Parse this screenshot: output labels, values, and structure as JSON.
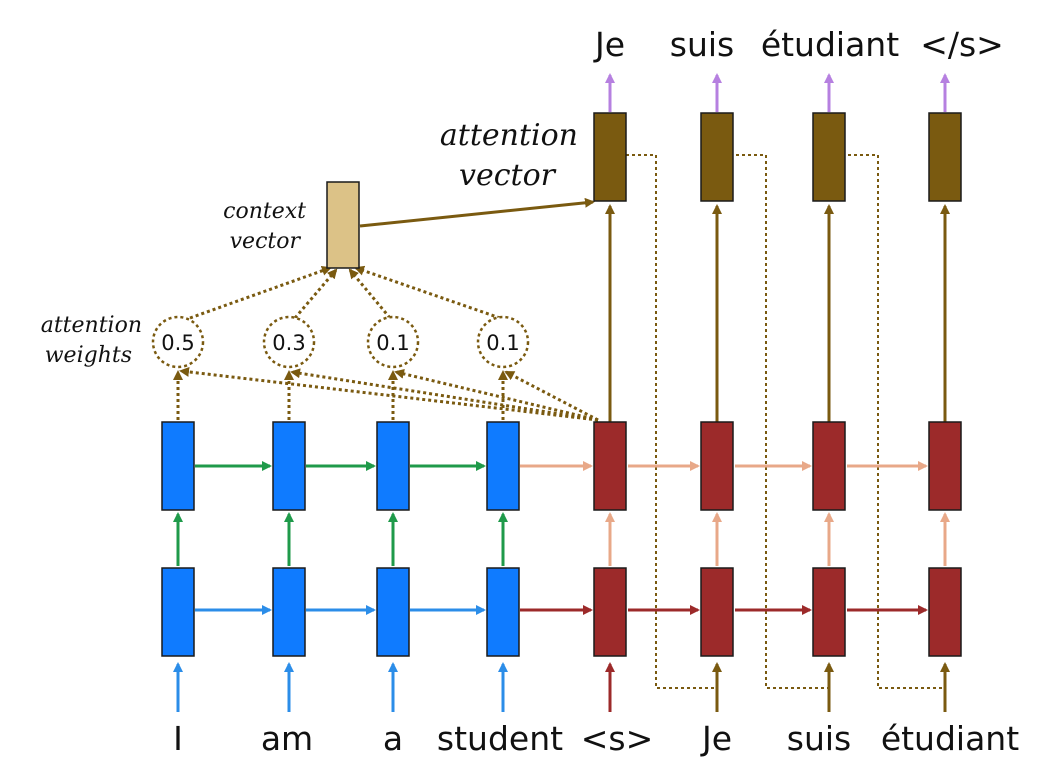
{
  "source_words": [
    "I",
    "am",
    "a",
    "student"
  ],
  "target_inputs": [
    "<s>",
    "Je",
    "suis",
    "étudiant"
  ],
  "target_outputs": [
    "Je",
    "suis",
    "étudiant",
    "</s>"
  ],
  "attention_weights": [
    0.5,
    0.3,
    0.1,
    0.1
  ],
  "labels": {
    "context_vector": [
      "context",
      "vector"
    ],
    "attention_vector": [
      "attention",
      "vector"
    ],
    "attention_weights": [
      "attention",
      "weights"
    ]
  },
  "colors": {
    "encoder_cell": "#0f7bff",
    "decoder_cell": "#9c2a2a",
    "attention_cell": "#7a5a10",
    "context_cell": "#dcc287",
    "encoder_hidden_arrow": "#1f9a4a",
    "encoder_bottom_arrow": "#2b8de8",
    "decoder_hidden_arrow": "#e8a888",
    "decoder_bottom_arrow": "#9c2a2a",
    "attention_arrow": "#7a5a10",
    "output_arrow": "#b680e0"
  }
}
